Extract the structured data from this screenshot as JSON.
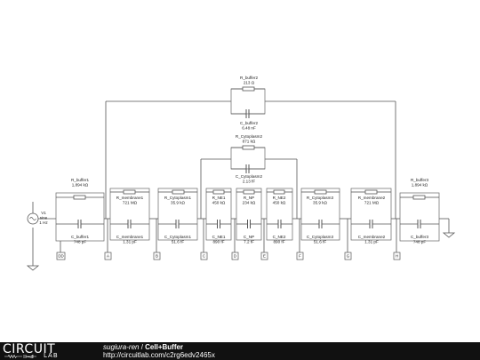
{
  "source": {
    "label": "V1",
    "type": "sine",
    "freq": "1 Hz"
  },
  "components": {
    "r_buffer1": {
      "label": "R_buffer1",
      "value": "1,894 kΩ"
    },
    "c_buffer1": {
      "label": "C_buffer1",
      "value": "748 pF"
    },
    "r_membrane1": {
      "label": "R_membrane1",
      "value": "721 MΩ"
    },
    "c_membrane1": {
      "label": "C_membrane1",
      "value": "1.31 pF"
    },
    "r_cytoplasm1": {
      "label": "R_Cytoplasm1",
      "value": "35.9 kΩ"
    },
    "c_cytoplasm1": {
      "label": "C_Cytoplasm1",
      "value": "51.6 fF"
    },
    "r_ne1": {
      "label": "R_NE1",
      "value": "450 kΩ"
    },
    "c_ne1": {
      "label": "C_NE1",
      "value": "890 fF"
    },
    "r_np": {
      "label": "R_NP",
      "value": "234 kΩ"
    },
    "c_np": {
      "label": "C_NP",
      "value": "7.2 fF"
    },
    "r_ne2": {
      "label": "R_NE2",
      "value": "450 kΩ"
    },
    "c_ne2": {
      "label": "C_NE2",
      "value": "890 fF"
    },
    "r_cytoplasm3": {
      "label": "R_Cytoplasm3",
      "value": "35.9 kΩ"
    },
    "c_cytoplasm3": {
      "label": "C_Cytoplasm3",
      "value": "51.6 fF"
    },
    "r_membrane2": {
      "label": "R_membrane2",
      "value": "721 MΩ"
    },
    "c_membrane2": {
      "label": "C_membrane2",
      "value": "1.31 pF"
    },
    "r_buffer3": {
      "label": "R_buffer3",
      "value": "1,894 kΩ"
    },
    "c_buffer3": {
      "label": "C_buffer3",
      "value": "748 pF"
    },
    "r_buffer2": {
      "label": "R_buffer2",
      "value": "213 Ω"
    },
    "c_buffer2": {
      "label": "C_buffer2",
      "value": "6.48 nF"
    },
    "r_cytoplasm2": {
      "label": "R_Cytoplasm2",
      "value": "871 kΩ"
    },
    "c_cytoplasm2": {
      "label": "C_Cytoplasm2",
      "value": "2.13 fF"
    }
  },
  "nodes": {
    "dd": "DD",
    "a": "A",
    "b": "B",
    "c": "C",
    "d": "D",
    "e": "E",
    "f": "F",
    "g": "G",
    "h": "H"
  },
  "footer": {
    "logo_word": "CIRCUIT",
    "logo_lab": "LAB",
    "user": "sugiura-ren",
    "separator": " / ",
    "title": "Cell+Buffer",
    "url": "http://circuitlab.com/c2rg6edv2465x"
  },
  "colors": {
    "footer_bg": "#111111",
    "wire": "#555555",
    "component_outline": "#666666"
  },
  "icons": {
    "source": "sine-source-icon",
    "ground": "ground-icon",
    "resistor": "resistor-icon",
    "capacitor": "capacitor-icon"
  }
}
